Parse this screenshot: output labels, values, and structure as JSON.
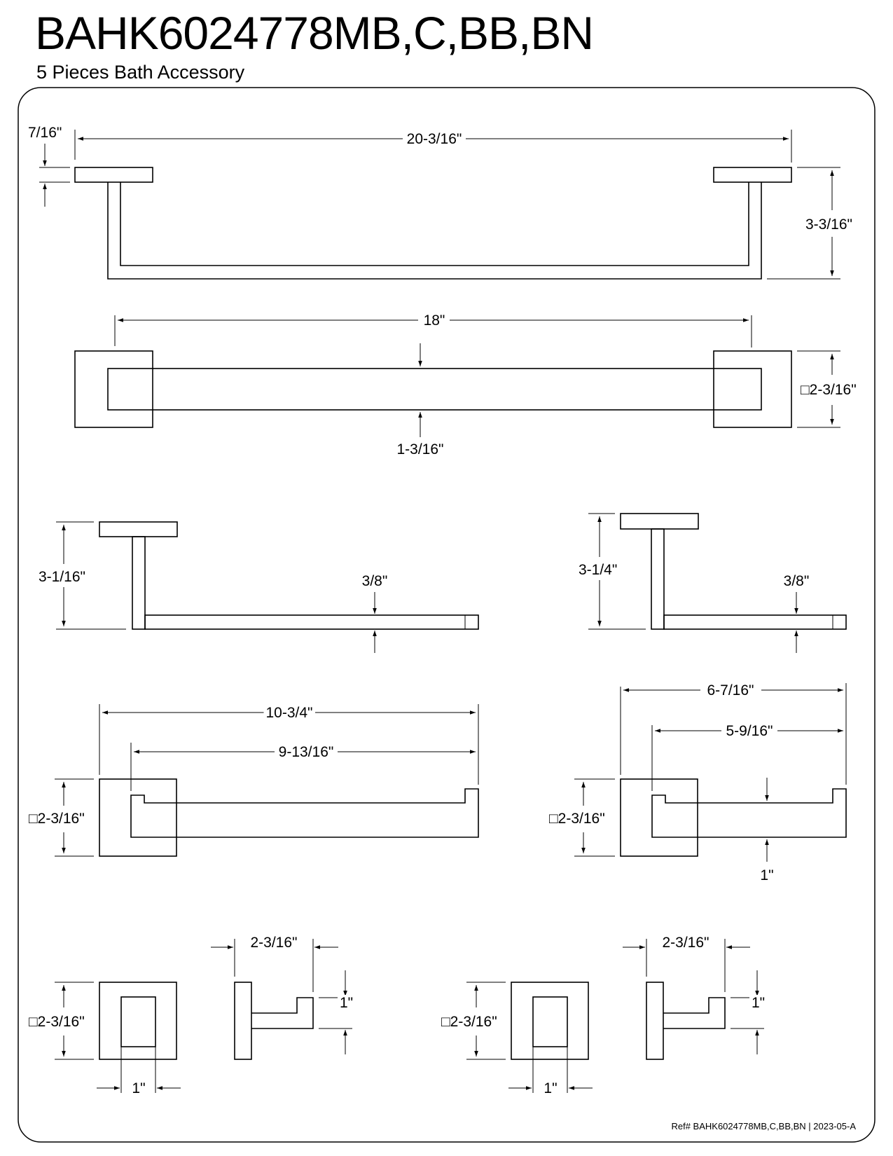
{
  "header": {
    "title": "BAHK6024778MB,C,BB,BN",
    "subtitle": "5 Pieces Bath Accessory"
  },
  "dimensions": {
    "towel_bar_24_thickness": "7/16\"",
    "towel_bar_24_length": "20-3/16\"",
    "towel_bar_24_projection": "3-3/16\"",
    "towel_bar_18_length": "18\"",
    "towel_bar_18_flange": "□2-3/16\"",
    "towel_bar_18_bar": "1-3/16\"",
    "towel_ring_projection": "3-1/16\"",
    "towel_ring_bar": "3/8\"",
    "paper_holder_projection": "3-1/4\"",
    "paper_holder_bar": "3/8\"",
    "towel_ring_length": "10-3/4\"",
    "towel_ring_inner": "9-13/16\"",
    "towel_ring_flange": "□2-3/16\"",
    "paper_holder_length": "6-7/16\"",
    "paper_holder_inner": "5-9/16\"",
    "paper_holder_flange": "□2-3/16\"",
    "paper_holder_arm": "1\"",
    "hook_a_flange": "□2-3/16\"",
    "hook_a_inner": "1\"",
    "hook_a_projection": "2-3/16\"",
    "hook_a_height": "1\"",
    "hook_b_flange": "□2-3/16\"",
    "hook_b_inner": "1\"",
    "hook_b_projection": "2-3/16\"",
    "hook_b_height": "1\""
  },
  "footer": {
    "reference": "Ref# BAHK6024778MB,C,BB,BN | 2023-05-A"
  }
}
